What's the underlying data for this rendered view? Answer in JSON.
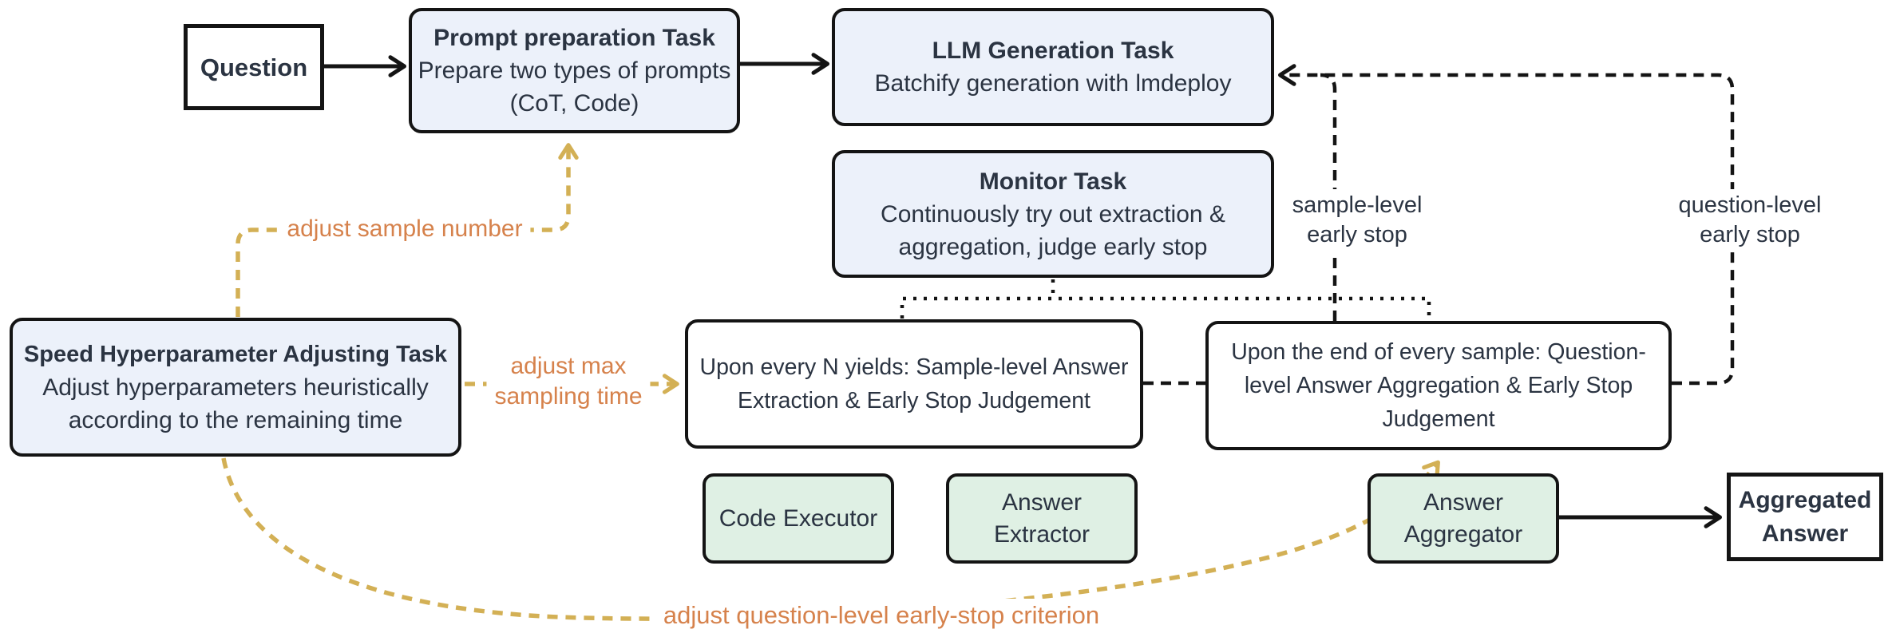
{
  "colors": {
    "ink": "#141414",
    "text": "#2b3442",
    "blue": "#ecf1fa",
    "green": "#dff0e4",
    "gold": "#d3b055",
    "orange": "#d6824c",
    "bg": "#ffffff"
  },
  "nodes": {
    "question": {
      "title": "Question"
    },
    "prompt": {
      "title": "Prompt preparation Task",
      "lines": [
        "Prepare two types of prompts",
        "(CoT, Code)"
      ]
    },
    "llm": {
      "title": "LLM Generation Task",
      "lines": [
        "Batchify generation with lmdeploy"
      ]
    },
    "monitor": {
      "title": "Monitor Task",
      "lines": [
        "Continuously try out extraction &",
        "aggregation, judge early stop"
      ]
    },
    "speed": {
      "title": "Speed Hyperparameter Adjusting Task",
      "lines": [
        "Adjust hyperparameters heuristically",
        "according to the remaining time"
      ]
    },
    "sample_judge": {
      "lines": [
        "Upon every N yields: Sample-level Answer",
        "Extraction & Early Stop Judgement"
      ]
    },
    "question_judge": {
      "lines": [
        "Upon the end of every sample: Question-",
        "level Answer Aggregation & Early Stop",
        "Judgement"
      ]
    },
    "code_executor": {
      "title": "Code Executor"
    },
    "answer_extractor": {
      "lines": [
        "Answer",
        "Extractor"
      ]
    },
    "answer_aggregator": {
      "lines": [
        "Answer",
        "Aggregator"
      ]
    },
    "aggregated_answer": {
      "lines": [
        "Aggregated",
        "Answer"
      ]
    }
  },
  "edge_labels": {
    "adjust_sample_number": "adjust sample number",
    "adjust_max_sampling_time": [
      "adjust max",
      "sampling time"
    ],
    "adjust_question_criterion": "adjust question-level early-stop criterion",
    "sample_early_stop": [
      "sample-level",
      "early stop"
    ],
    "question_early_stop": [
      "question-level",
      "early stop"
    ]
  }
}
